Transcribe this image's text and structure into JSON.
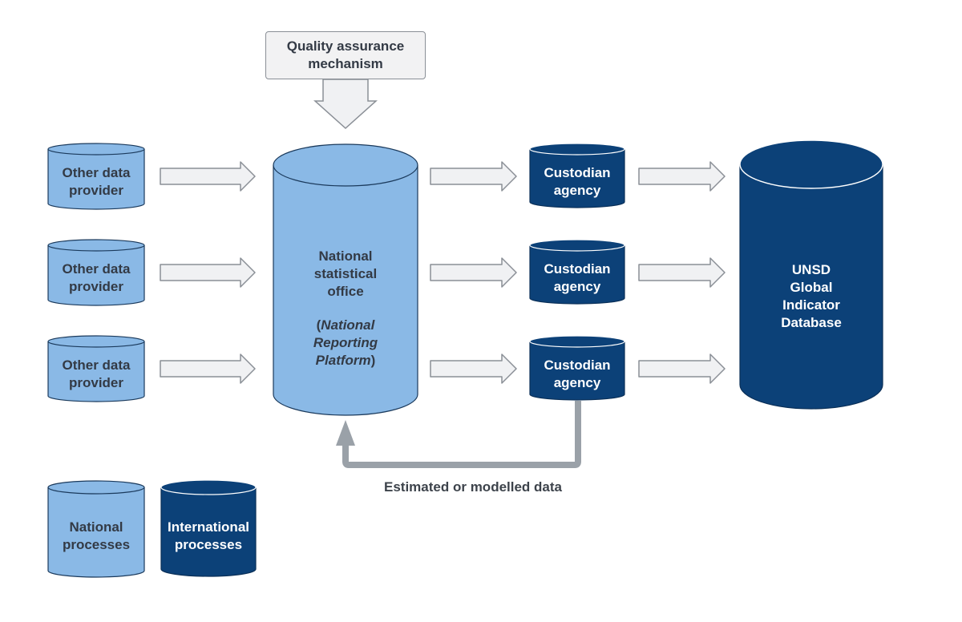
{
  "qa": {
    "line1": "Quality assurance",
    "line2": "mechanism"
  },
  "providers": [
    {
      "line1": "Other data",
      "line2": "provider"
    },
    {
      "line1": "Other data",
      "line2": "provider"
    },
    {
      "line1": "Other data",
      "line2": "provider"
    }
  ],
  "nso": {
    "line1": "National",
    "line2": "statistical",
    "line3": "office",
    "p_open": "(",
    "ital1": "National",
    "ital2": "Reporting",
    "ital3": "Platform",
    "p_close": ")"
  },
  "custodians": [
    {
      "line1": "Custodian",
      "line2": "agency"
    },
    {
      "line1": "Custodian",
      "line2": "agency"
    },
    {
      "line1": "Custodian",
      "line2": "agency"
    }
  ],
  "unsd": {
    "line1": "UNSD",
    "line2": "Global",
    "line3": "Indicator",
    "line4": "Database"
  },
  "feedback_label": "Estimated or modelled data",
  "legend": {
    "national": {
      "line1": "National",
      "line2": "processes"
    },
    "international": {
      "line1": "International",
      "line2": "processes"
    }
  },
  "colors": {
    "national": "#8ab9e6",
    "international": "#0c4178",
    "arrow_fill": "#f0f1f3",
    "arrow_stroke": "#8a8f96",
    "feedback": "#9aa1a8"
  }
}
